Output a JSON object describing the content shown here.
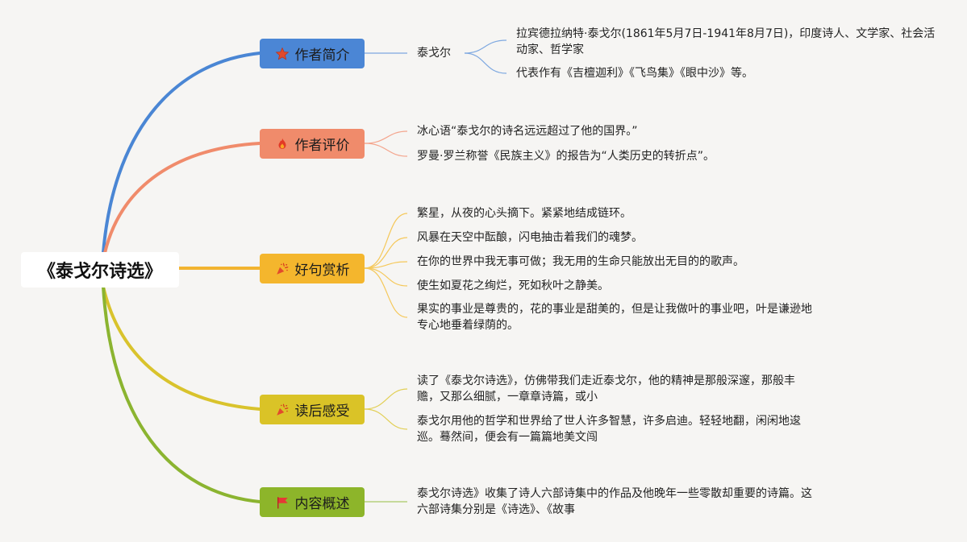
{
  "colors": {
    "background": "#f6f5f3",
    "root_fill": "#ffffff"
  },
  "root": {
    "title": "《泰戈尔诗选》"
  },
  "branches": [
    {
      "label": "作者简介",
      "icon": "star-icon",
      "color": "#4b86d5",
      "line_color": "#4a86d4",
      "connector_color": "#7ea8e0",
      "children": [
        {
          "text": "泰戈尔",
          "children": [
            {
              "lines": [
                "拉宾德拉纳特·泰戈尔(1861年5月7日-1941年8月7日)，印度诗人、文学家、社会活",
                "动家、哲学家"
              ]
            },
            {
              "lines": [
                "代表作有《吉檀迦利》《飞鸟集》《眼中沙》等。"
              ]
            }
          ]
        }
      ]
    },
    {
      "label": "作者评价",
      "icon": "fire-icon",
      "color": "#f08b6b",
      "line_color": "#f08b6b",
      "connector_color": "#f4a58d",
      "children": [
        {
          "lines": [
            "冰心语“泰戈尔的诗名远远超过了他的国界。”"
          ]
        },
        {
          "lines": [
            "罗曼·罗兰称誉《民族主义》的报告为“人类历史的转折点”。"
          ]
        }
      ]
    },
    {
      "label": "好句赏析",
      "icon": "party-popper-icon",
      "color": "#f4b62d",
      "line_color": "#f2b430",
      "connector_color": "#f5c85a",
      "children": [
        {
          "lines": [
            "繁星，从夜的心头摘下。紧紧地结成链环。"
          ]
        },
        {
          "lines": [
            "风暴在天空中酝酿，闪电抽击着我们的魂梦。"
          ]
        },
        {
          "lines": [
            "在你的世界中我无事可做；我无用的生命只能放出无目的的歌声。"
          ]
        },
        {
          "lines": [
            "使生如夏花之绚烂，死如秋叶之静美。"
          ]
        },
        {
          "lines": [
            "果实的事业是尊贵的，花的事业是甜美的，但是让我做叶的事业吧，叶是谦逊地",
            "专心地垂着绿荫的。"
          ]
        }
      ]
    },
    {
      "label": "读后感受",
      "icon": "party-popper-icon",
      "color": "#dac327",
      "line_color": "#d9c32c",
      "connector_color": "#e2cf55",
      "children": [
        {
          "lines": [
            "读了《泰戈尔诗选》，仿佛带我们走近泰戈尔，他的精神是那般深邃，那般丰",
            "赡，又那么细腻，一章章诗篇，或小"
          ]
        },
        {
          "lines": [
            "泰戈尔用他的哲学和世界给了世人许多智慧，许多启迪。轻轻地翻，闲闲地逡",
            "巡。蓦然间，便会有一篇篇地美文闯"
          ]
        }
      ]
    },
    {
      "label": "内容概述",
      "icon": "flag-icon",
      "color": "#8db52a",
      "line_color": "#8bb430",
      "connector_color": "#a9c964",
      "children": [
        {
          "lines": [
            "泰戈尔诗选》收集了诗人六部诗集中的作品及他晚年一些零散却重要的诗篇。这",
            "六部诗集分别是《诗选》、《故事"
          ]
        }
      ]
    }
  ]
}
